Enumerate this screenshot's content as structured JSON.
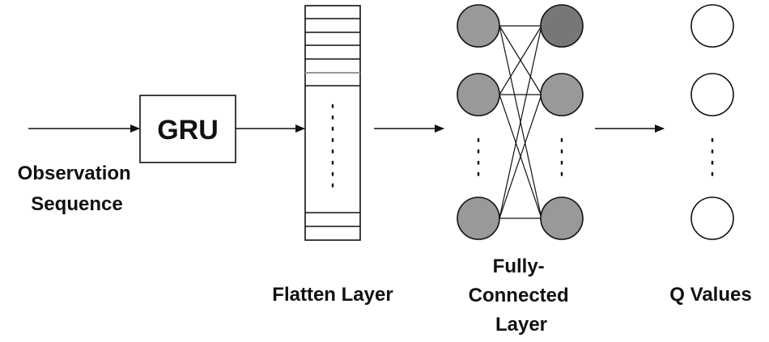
{
  "input": {
    "label_line1": "Observation",
    "label_line2": "Sequence"
  },
  "gru": {
    "label": "GRU"
  },
  "flatten": {
    "label": "Flatten Layer"
  },
  "fully_connected": {
    "label_line1": "Fully-",
    "label_line2": "Connected",
    "label_line3": "Layer"
  },
  "output": {
    "label": "Q Values"
  },
  "colors": {
    "stroke": "#111111",
    "node_light": "#999999",
    "node_dark": "#777777",
    "node_output": "#ffffff",
    "flatten_highlight": "#999999"
  }
}
